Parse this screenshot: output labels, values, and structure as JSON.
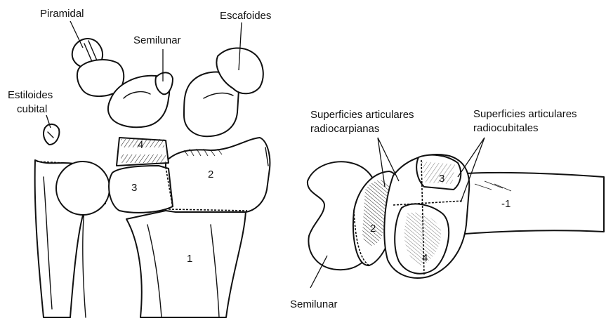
{
  "left_figure": {
    "labels": {
      "piramidal": "Piramidal",
      "escafoides": "Escafoides",
      "semilunar": "Semilunar",
      "estiloides_line1": "Estiloides",
      "estiloides_line2": "cubital"
    },
    "numbers": {
      "n1": "1",
      "n2": "2",
      "n3": "3",
      "n4": "4"
    }
  },
  "right_figure": {
    "labels": {
      "radiocarpianas_line1": "Superficies articulares",
      "radiocarpianas_line2": "radiocarpianas",
      "radiocubitales_line1": "Superficies articulares",
      "radiocubitales_line2": "radiocubitales",
      "semilunar": "Semilunar"
    },
    "numbers": {
      "n2": "2",
      "n3": "3",
      "n4": "4",
      "nm1": "-1"
    }
  }
}
